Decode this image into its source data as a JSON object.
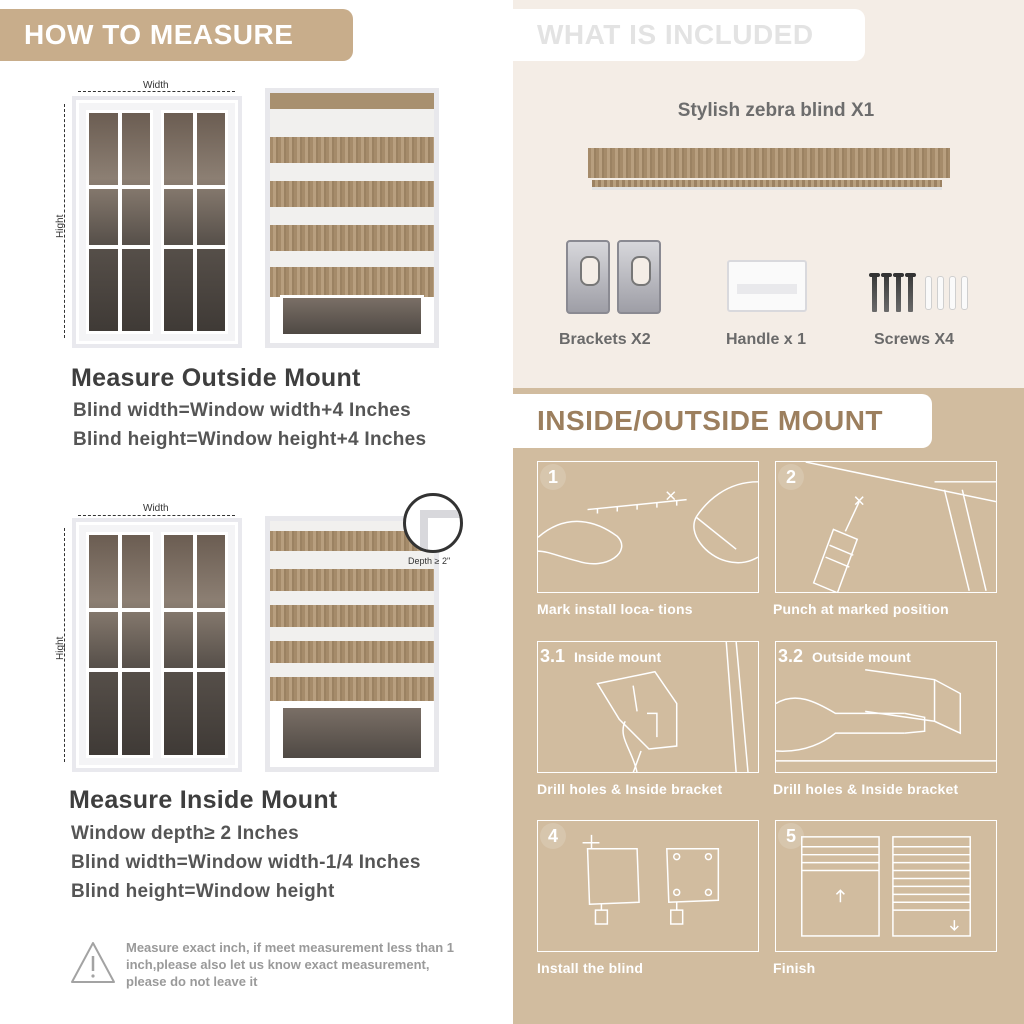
{
  "left": {
    "banner": "HOW TO MEASURE",
    "outside": {
      "width_label": "Width",
      "height_label": "Hight",
      "title": "Measure Outside Mount",
      "lines": [
        "Blind width=Window width+4 Inches",
        "Blind height=Window height+4 Inches"
      ]
    },
    "inside": {
      "width_label": "Width",
      "height_label": "Hight",
      "depth_label": "Depth ≥ 2\"",
      "title": "Measure Inside Mount",
      "lines": [
        "Window depth≥ 2 Inches",
        "Blind width=Window width-1/4 Inches",
        "Blind height=Window height"
      ]
    },
    "warning": "Measure exact inch, if meet measurement less than 1 inch,please also let us know exact measurement, please do not leave it"
  },
  "included": {
    "banner": "WHAT IS INCLUDED",
    "main_item": "Stylish zebra blind X1",
    "parts": [
      {
        "label": "Brackets X2"
      },
      {
        "label": "Handle x 1"
      },
      {
        "label": "Screws X4"
      }
    ]
  },
  "mount": {
    "banner": "INSIDE/OUTSIDE MOUNT",
    "steps": [
      {
        "num": "1",
        "sub": "",
        "caption": "Mark install loca- tions"
      },
      {
        "num": "2",
        "sub": "",
        "caption": "Punch at  marked position"
      },
      {
        "num": "3.1",
        "sub": "Inside mount",
        "caption": "Drill holes &  Inside bracket"
      },
      {
        "num": "3.2",
        "sub": "Outside mount",
        "caption": "Drill holes &  Inside bracket"
      },
      {
        "num": "4",
        "sub": "",
        "caption": "Install the blind"
      },
      {
        "num": "5",
        "sub": "",
        "caption": "Finish"
      }
    ]
  },
  "colors": {
    "tan": "#c8ad8b",
    "tan_panel": "#d1bc9f",
    "cream": "#f4ede6",
    "banner_text_brown": "#9c7f5e"
  }
}
